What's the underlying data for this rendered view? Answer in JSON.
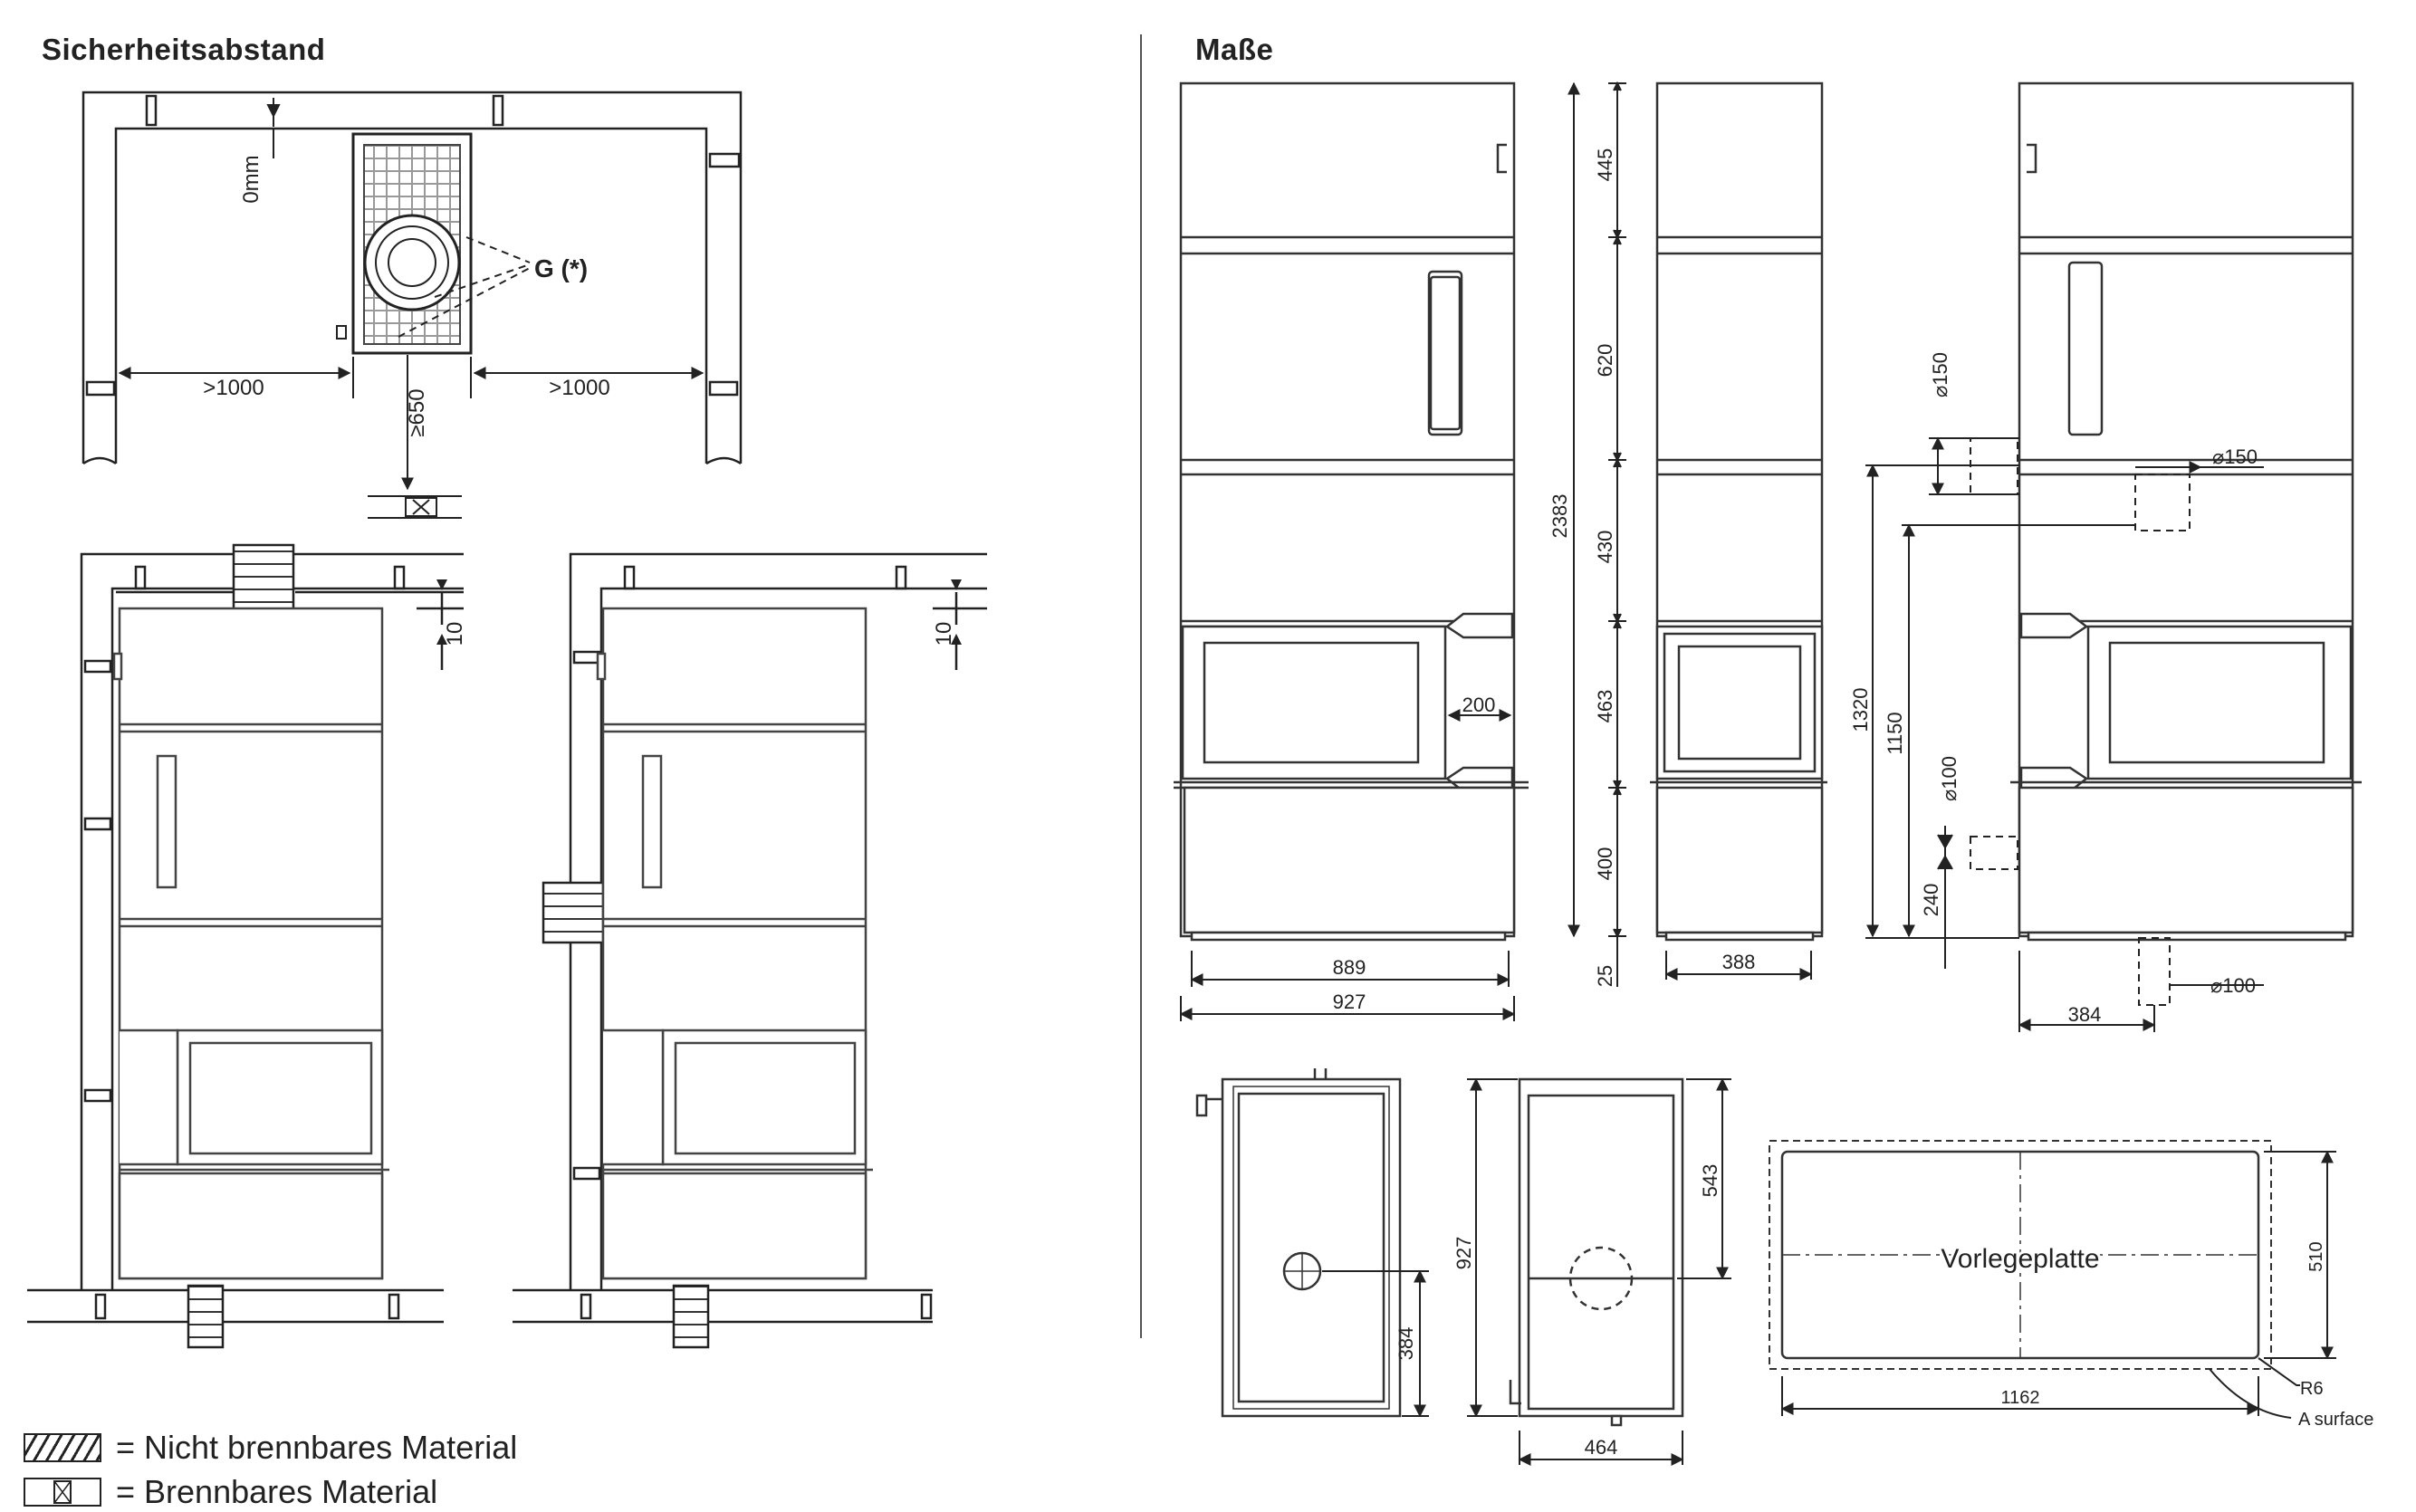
{
  "titles": {
    "left": "Sicherheitsabstand",
    "right": "Maße"
  },
  "top_view": {
    "dim_back": "0mm",
    "label_g": "G (*)",
    "dim_left": ">1000",
    "dim_right": ">1000",
    "dim_front": "≥650"
  },
  "elevations": {
    "dim_top_a": "10",
    "dim_top_b": "10"
  },
  "front": {
    "h_top": "445",
    "h_door": "620",
    "h_mid": "430",
    "h_fire": "463",
    "h_base": "400",
    "h_foot": "25",
    "h_total": "2383",
    "w_side": "200",
    "w_inner": "889",
    "w_total": "927"
  },
  "side": {
    "width": "388"
  },
  "rear": {
    "d_top": "⌀150",
    "d_rear": "⌀150",
    "h_1320": "1320",
    "h_1150": "1150",
    "d_small": "⌀100",
    "h_240": "240",
    "d_bottom": "⌀100",
    "w_384": "384"
  },
  "plan_a": {
    "depth": "927",
    "offset": "384"
  },
  "plan_b": {
    "depth": "543",
    "width": "464"
  },
  "plate": {
    "label": "Vorlegeplatte",
    "height": "510",
    "radius": "R6",
    "width": "1162",
    "surface": "A surface"
  },
  "legend": {
    "non_combustible": "= Nicht brennbares Material",
    "combustible": "= Brennbares Material"
  }
}
